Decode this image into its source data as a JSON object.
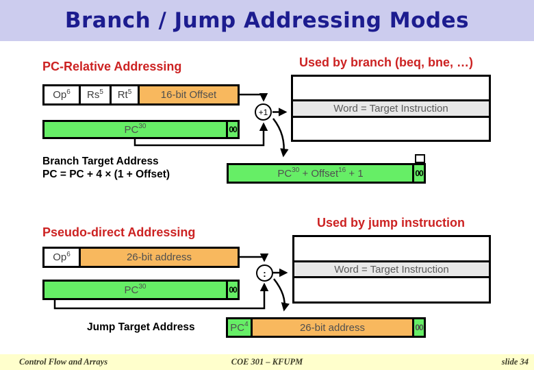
{
  "slide": {
    "title": "Branch / Jump Addressing Modes",
    "footer": {
      "left": "Control Flow and Arrays",
      "center": "COE 301 – KFUPM",
      "right": "slide 34"
    }
  },
  "colors": {
    "title_band": "#ccccee",
    "title_text": "#1c1c8f",
    "heading_red": "#cc2222",
    "field_orange": "#f8b85e",
    "bar_green": "#66ee66",
    "memory_gray": "#e8e8e8",
    "footer_yellow": "#ffffcc"
  },
  "pc_relative": {
    "heading": "PC-Relative Addressing",
    "used_by": "Used by branch (beq, bne, …)",
    "fields": [
      {
        "base": "Op",
        "sup": "6"
      },
      {
        "base": "Rs",
        "sup": "5"
      },
      {
        "base": "Rt",
        "sup": "5"
      },
      {
        "base": "16-bit Offset",
        "sup": ""
      }
    ],
    "pc_bar": {
      "base": "PC",
      "sup": "30",
      "tail": "00"
    },
    "memory_word": "Word = Target Instruction",
    "adder_label": "+1",
    "target_label_line1": "Branch Target Address",
    "target_label_line2": "PC = PC + 4 × (1 + Offset)",
    "result_bar": {
      "p1": "PC",
      "p1sup": "30",
      "p2": " + Offset",
      "p2sup": "16",
      "p3": " + 1",
      "tail": "00"
    }
  },
  "pseudo_direct": {
    "heading": "Pseudo-direct Addressing",
    "used_by": "Used by jump instruction",
    "fields": [
      {
        "base": "Op",
        "sup": "6"
      },
      {
        "base": "26-bit address",
        "sup": ""
      }
    ],
    "pc_bar": {
      "base": "PC",
      "sup": "30",
      "tail": "00"
    },
    "memory_word": "Word = Target Instruction",
    "concat_label": ":",
    "target_label": "Jump Target Address",
    "result_row": {
      "pc": "PC",
      "pcsup": "4",
      "address": "26-bit address",
      "tail": "00"
    }
  }
}
